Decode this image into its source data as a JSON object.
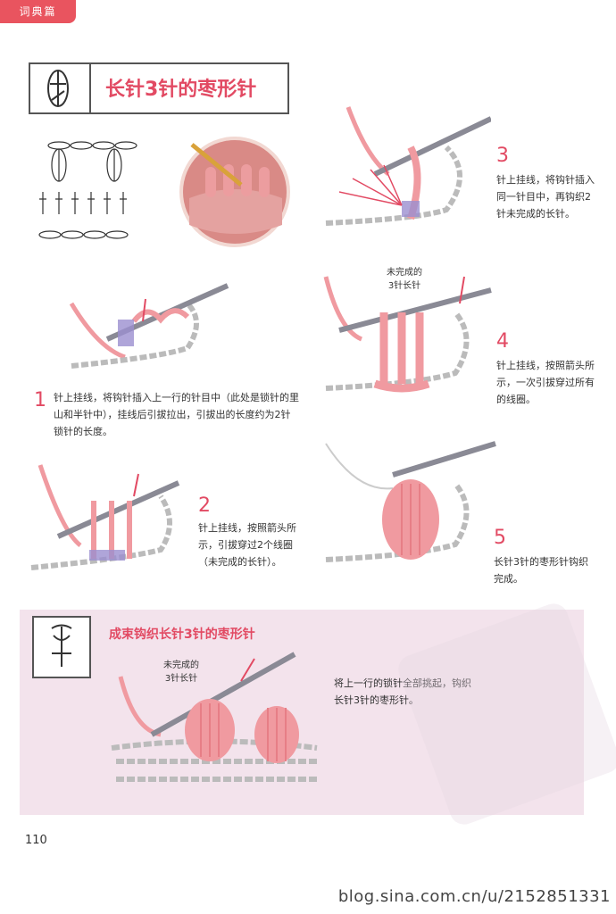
{
  "header": {
    "tab_label": "词典篇"
  },
  "title": {
    "text": "长针3针的枣形针"
  },
  "steps": [
    {
      "num": "1",
      "text": "针上挂线，将钩针插入上一行的针目中（此处是锁针的里山和半针中），挂线后引拔拉出，引拔出的长度约为2针锁针的长度。"
    },
    {
      "num": "2",
      "text": "针上挂线，按照箭头所示，引拔穿过2个线圈（未完成的长针）。"
    },
    {
      "num": "3",
      "text": "针上挂线，将钩针插入同一针目中，再钩织2针未完成的长针。"
    },
    {
      "num": "4",
      "text": "针上挂线，按照箭头所示，一次引拔穿过所有的线圈。"
    },
    {
      "num": "5",
      "text": "长针3针的枣形针钩织完成。"
    }
  ],
  "step4_label": "未完成的\n3针长针",
  "section2": {
    "title": "成束钩织长针3针的枣形针",
    "label": "未完成的\n3针长针",
    "text": "将上一行的锁针全部挑起，钩织长针3针的枣形针。"
  },
  "page_number": "110",
  "watermark": "blog.sina.com.cn/u/2152851331",
  "colors": {
    "accent": "#e24a63",
    "yarn": "#f09aa0",
    "hook": "#8a8a95",
    "panel": "#f3e3ec"
  }
}
